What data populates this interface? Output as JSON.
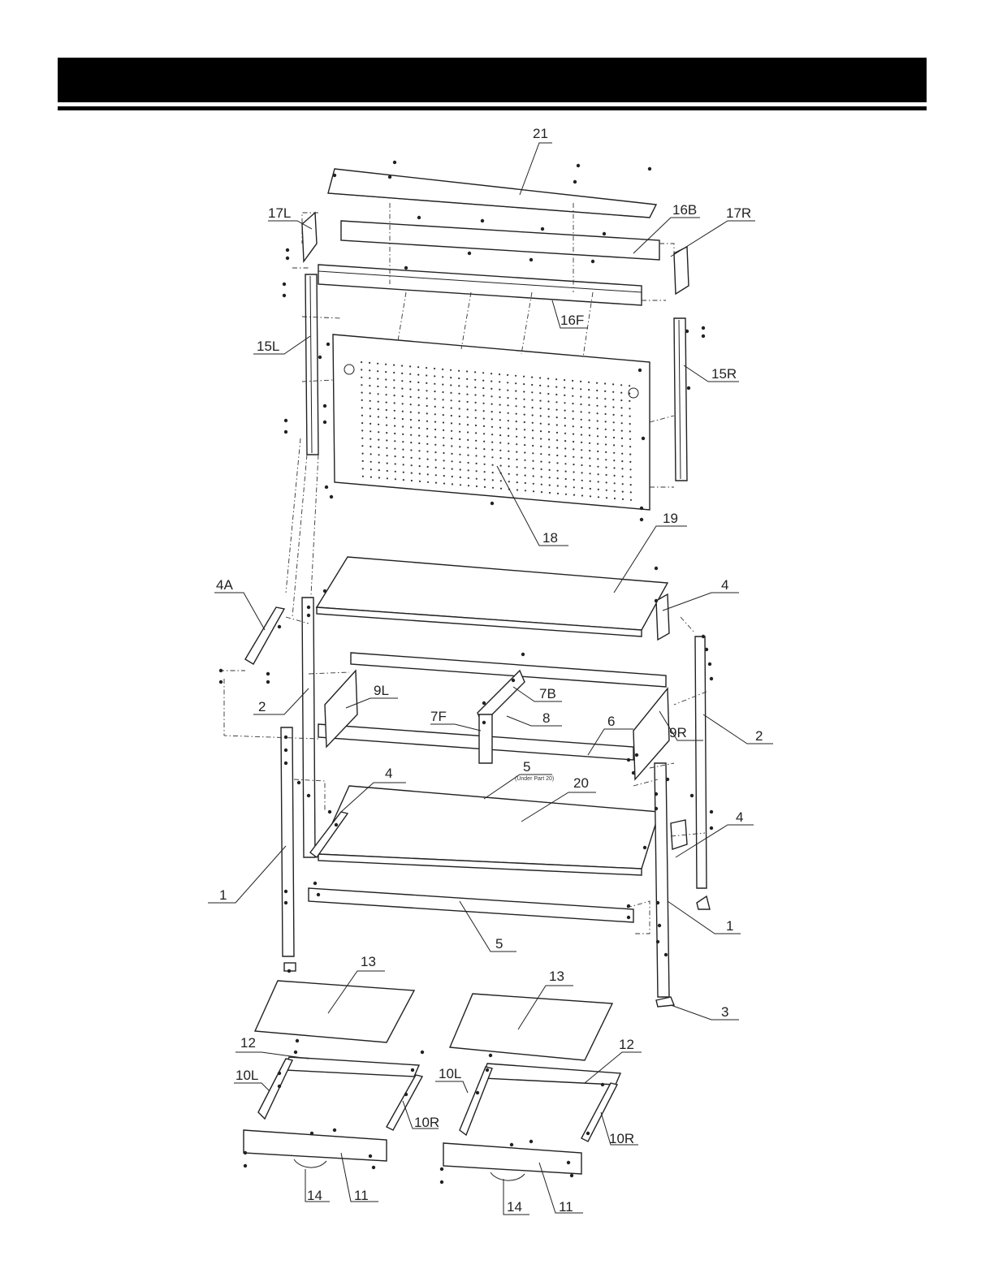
{
  "header": {
    "title": ""
  },
  "labels": {
    "p21": "21",
    "p17L": "17L",
    "p16B": "16B",
    "p17R": "17R",
    "p16F": "16F",
    "p15L": "15L",
    "p15R": "15R",
    "p18": "18",
    "p19": "19",
    "p4A": "4A",
    "p4_top": "4",
    "p9L": "9L",
    "p7B": "7B",
    "p8": "8",
    "p7F": "7F",
    "p6": "6",
    "p2_left": "2",
    "p9R": "9R",
    "p2_right": "2",
    "p5_mid": "5",
    "p5_note": "(Under Part 20)",
    "p4_mid": "4",
    "p20": "20",
    "p4_right": "4",
    "p1_left": "1",
    "p1_right": "1",
    "p5_bottom": "5",
    "p13_left": "13",
    "p13_right": "13",
    "p3": "3",
    "p12_left": "12",
    "p12_right": "12",
    "p10L_left": "10L",
    "p10L_right": "10L",
    "p10R_left": "10R",
    "p10R_right": "10R",
    "p14_left": "14",
    "p14_right": "14",
    "p11_left": "11",
    "p11_right": "11"
  },
  "colors": {
    "ink": "#222222",
    "header": "#000000",
    "background": "#ffffff"
  }
}
